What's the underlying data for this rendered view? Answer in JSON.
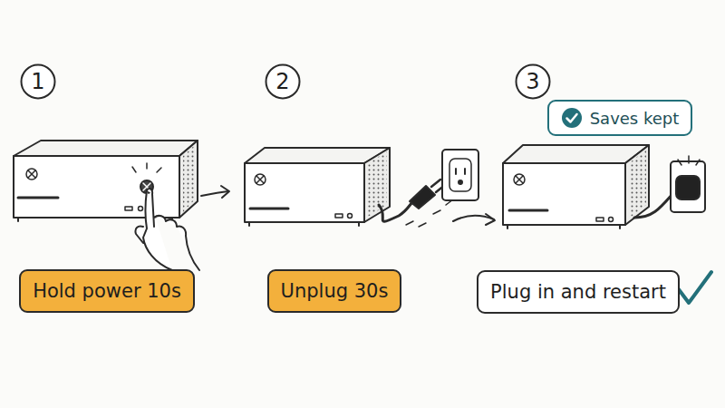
{
  "diagram": {
    "nodes": [
      {
        "text": [
          "1"
        ]
      },
      {
        "text": [
          "Hold power 10s"
        ]
      },
      {
        "text": [
          "2"
        ]
      },
      {
        "text": [
          "Unplug 30s"
        ]
      },
      {
        "text": [
          "3"
        ]
      },
      {
        "text": [
          "Saves kept"
        ]
      },
      {
        "text": [
          "Plug in and restart"
        ]
      }
    ]
  }
}
